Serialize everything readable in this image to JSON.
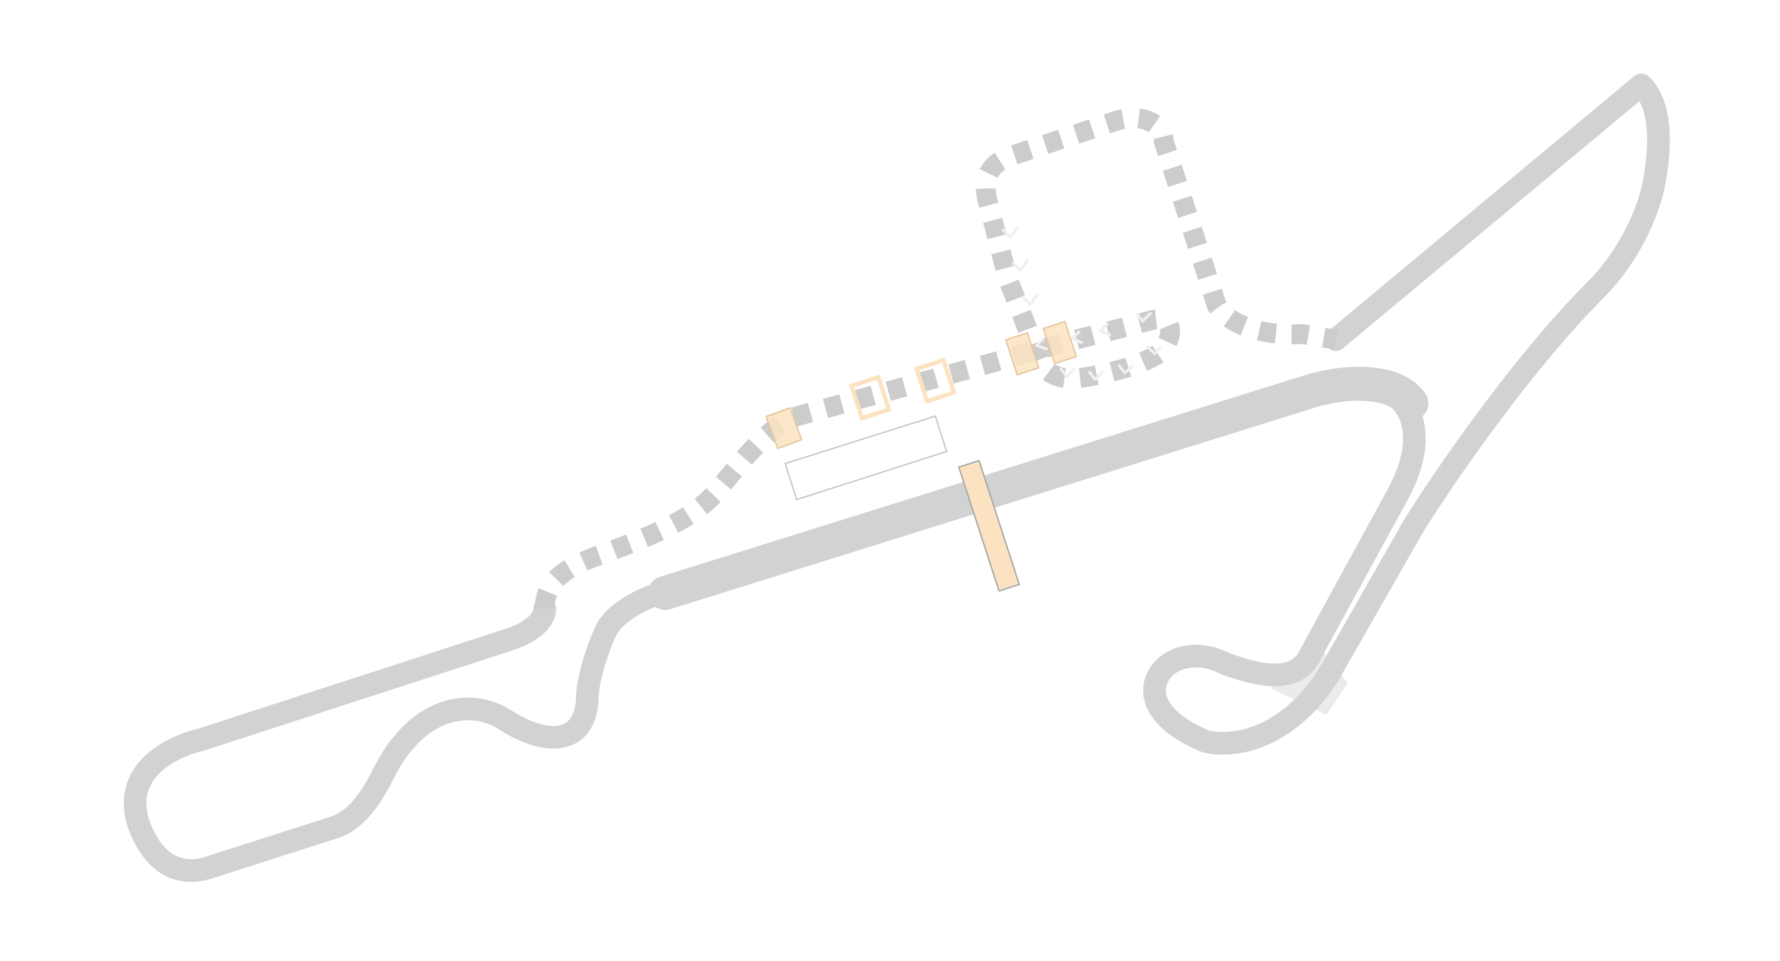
{
  "map": {
    "kind": "circuit-map",
    "colors": {
      "background": "#ffffff",
      "track": "#d2d2d2",
      "pit_lane": "#cccccc",
      "arrow": "#f0f0f0",
      "highlight": "#fbe3c2",
      "highlight_stroke": "#e7c79b",
      "outline": "#c8c8c8",
      "runoff": "#e9e9e9"
    },
    "icons": {
      "direction": "chevron-arrow-icon"
    },
    "elements": {
      "main_track": "race-circuit",
      "pit_lane": "dashed-pit-lane",
      "timing_line": "start-finish-line",
      "pit_building": "pit-garage-outline"
    }
  }
}
